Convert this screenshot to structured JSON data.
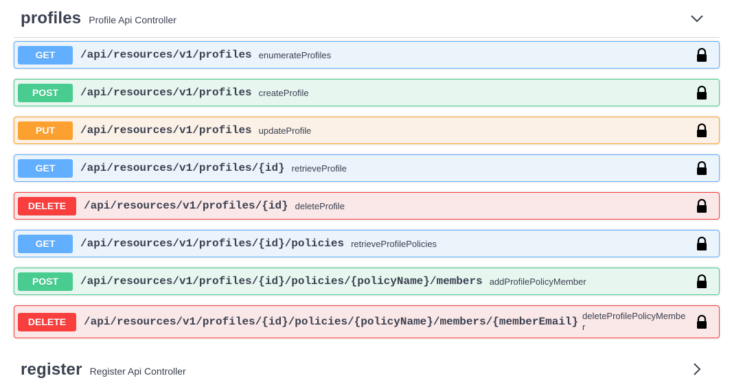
{
  "sections": {
    "profiles": {
      "title": "profiles",
      "description": "Profile Api Controller"
    },
    "register": {
      "title": "register",
      "description": "Register Api Controller"
    }
  },
  "operations": [
    {
      "method": "GET",
      "path": "/api/resources/v1/profiles",
      "summary": "enumerateProfiles"
    },
    {
      "method": "POST",
      "path": "/api/resources/v1/profiles",
      "summary": "createProfile"
    },
    {
      "method": "PUT",
      "path": "/api/resources/v1/profiles",
      "summary": "updateProfile"
    },
    {
      "method": "GET",
      "path": "/api/resources/v1/profiles/{id}",
      "summary": "retrieveProfile"
    },
    {
      "method": "DELETE",
      "path": "/api/resources/v1/profiles/{id}",
      "summary": "deleteProfile"
    },
    {
      "method": "GET",
      "path": "/api/resources/v1/profiles/{id}/policies",
      "summary": "retrieveProfilePolicies"
    },
    {
      "method": "POST",
      "path": "/api/resources/v1/profiles/{id}/policies/{policyName}/members",
      "summary": "addProfilePolicyMember"
    },
    {
      "method": "DELETE",
      "path": "/api/resources/v1/profiles/{id}/policies/{policyName}/members/{memberEmail}",
      "summary": "deleteProfilePolicyMember"
    }
  ],
  "colors": {
    "get": "#61affe",
    "post": "#49cc90",
    "put": "#fca130",
    "delete": "#f93e3e",
    "text": "#3b4151"
  },
  "icons": {
    "lock": "lock-icon",
    "expanded": "chevron-down-icon",
    "collapsed": "chevron-right-icon"
  }
}
